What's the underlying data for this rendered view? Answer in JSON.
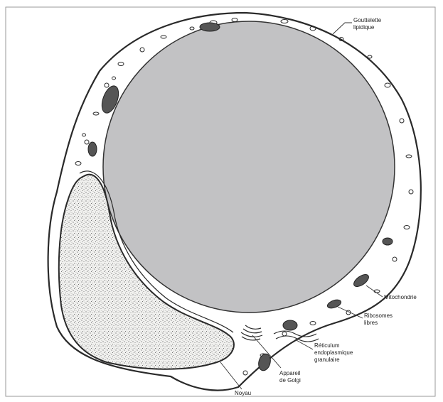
{
  "labels": {
    "lipid_droplet": [
      "Gouttelette",
      "lipidique"
    ],
    "mitochondria": [
      "Mitochondrie"
    ],
    "free_ribosomes": [
      "Ribosomes",
      "libres"
    ],
    "rough_er": [
      "Réticulum",
      "endoplasmique",
      "granulaire"
    ],
    "golgi": [
      "Appareil",
      "de Golgi"
    ],
    "nucleus": [
      "Noyau"
    ]
  },
  "colors": {
    "lipid_fill": "#c2c2c4",
    "cytoplasm_fill": "#ffffff",
    "ink": "#2a2a2a",
    "nucleus_fill": "#ececea",
    "organelle_fill": "#555555"
  }
}
